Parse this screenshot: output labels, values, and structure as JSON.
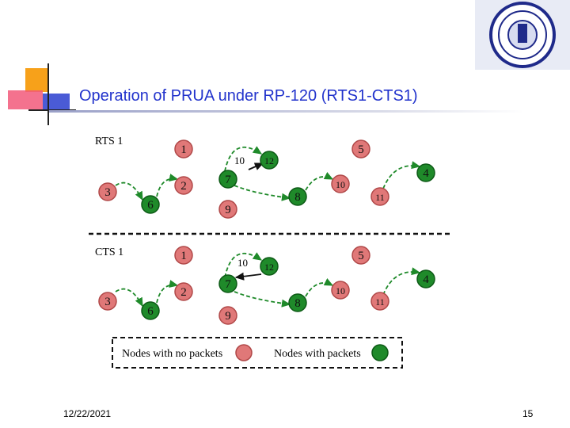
{
  "title": "Operation of PRUA under RP-120 (RTS1-CTS1)",
  "footer": {
    "date": "12/22/2021",
    "page": "15"
  },
  "diagram": {
    "panel_top_label": "RTS 1",
    "panel_bottom_label": "CTS 1",
    "top_edge_label": "10",
    "bottom_edge_label": "10",
    "legend": {
      "no_packets": "Nodes with no packets",
      "with_packets": "Nodes with packets"
    },
    "nodes_top": [
      {
        "id": "1",
        "packets": false
      },
      {
        "id": "2",
        "packets": false
      },
      {
        "id": "3",
        "packets": false
      },
      {
        "id": "6",
        "packets": true
      },
      {
        "id": "7",
        "packets": true
      },
      {
        "id": "9",
        "packets": false
      },
      {
        "id": "12",
        "packets": true
      },
      {
        "id": "8",
        "packets": true
      },
      {
        "id": "10",
        "packets": false
      },
      {
        "id": "11",
        "packets": false
      },
      {
        "id": "5",
        "packets": false
      },
      {
        "id": "4",
        "packets": true
      }
    ],
    "nodes_bottom": [
      {
        "id": "1",
        "packets": false
      },
      {
        "id": "2",
        "packets": false
      },
      {
        "id": "3",
        "packets": false
      },
      {
        "id": "6",
        "packets": true
      },
      {
        "id": "7",
        "packets": true
      },
      {
        "id": "9",
        "packets": false
      },
      {
        "id": "12",
        "packets": true
      },
      {
        "id": "8",
        "packets": true
      },
      {
        "id": "10",
        "packets": false
      },
      {
        "id": "11",
        "packets": false
      },
      {
        "id": "5",
        "packets": false
      },
      {
        "id": "4",
        "packets": true
      }
    ],
    "colors": {
      "no_packets": "#e07878",
      "with_packets": "#1f8a2a",
      "title": "#2233cc"
    }
  }
}
